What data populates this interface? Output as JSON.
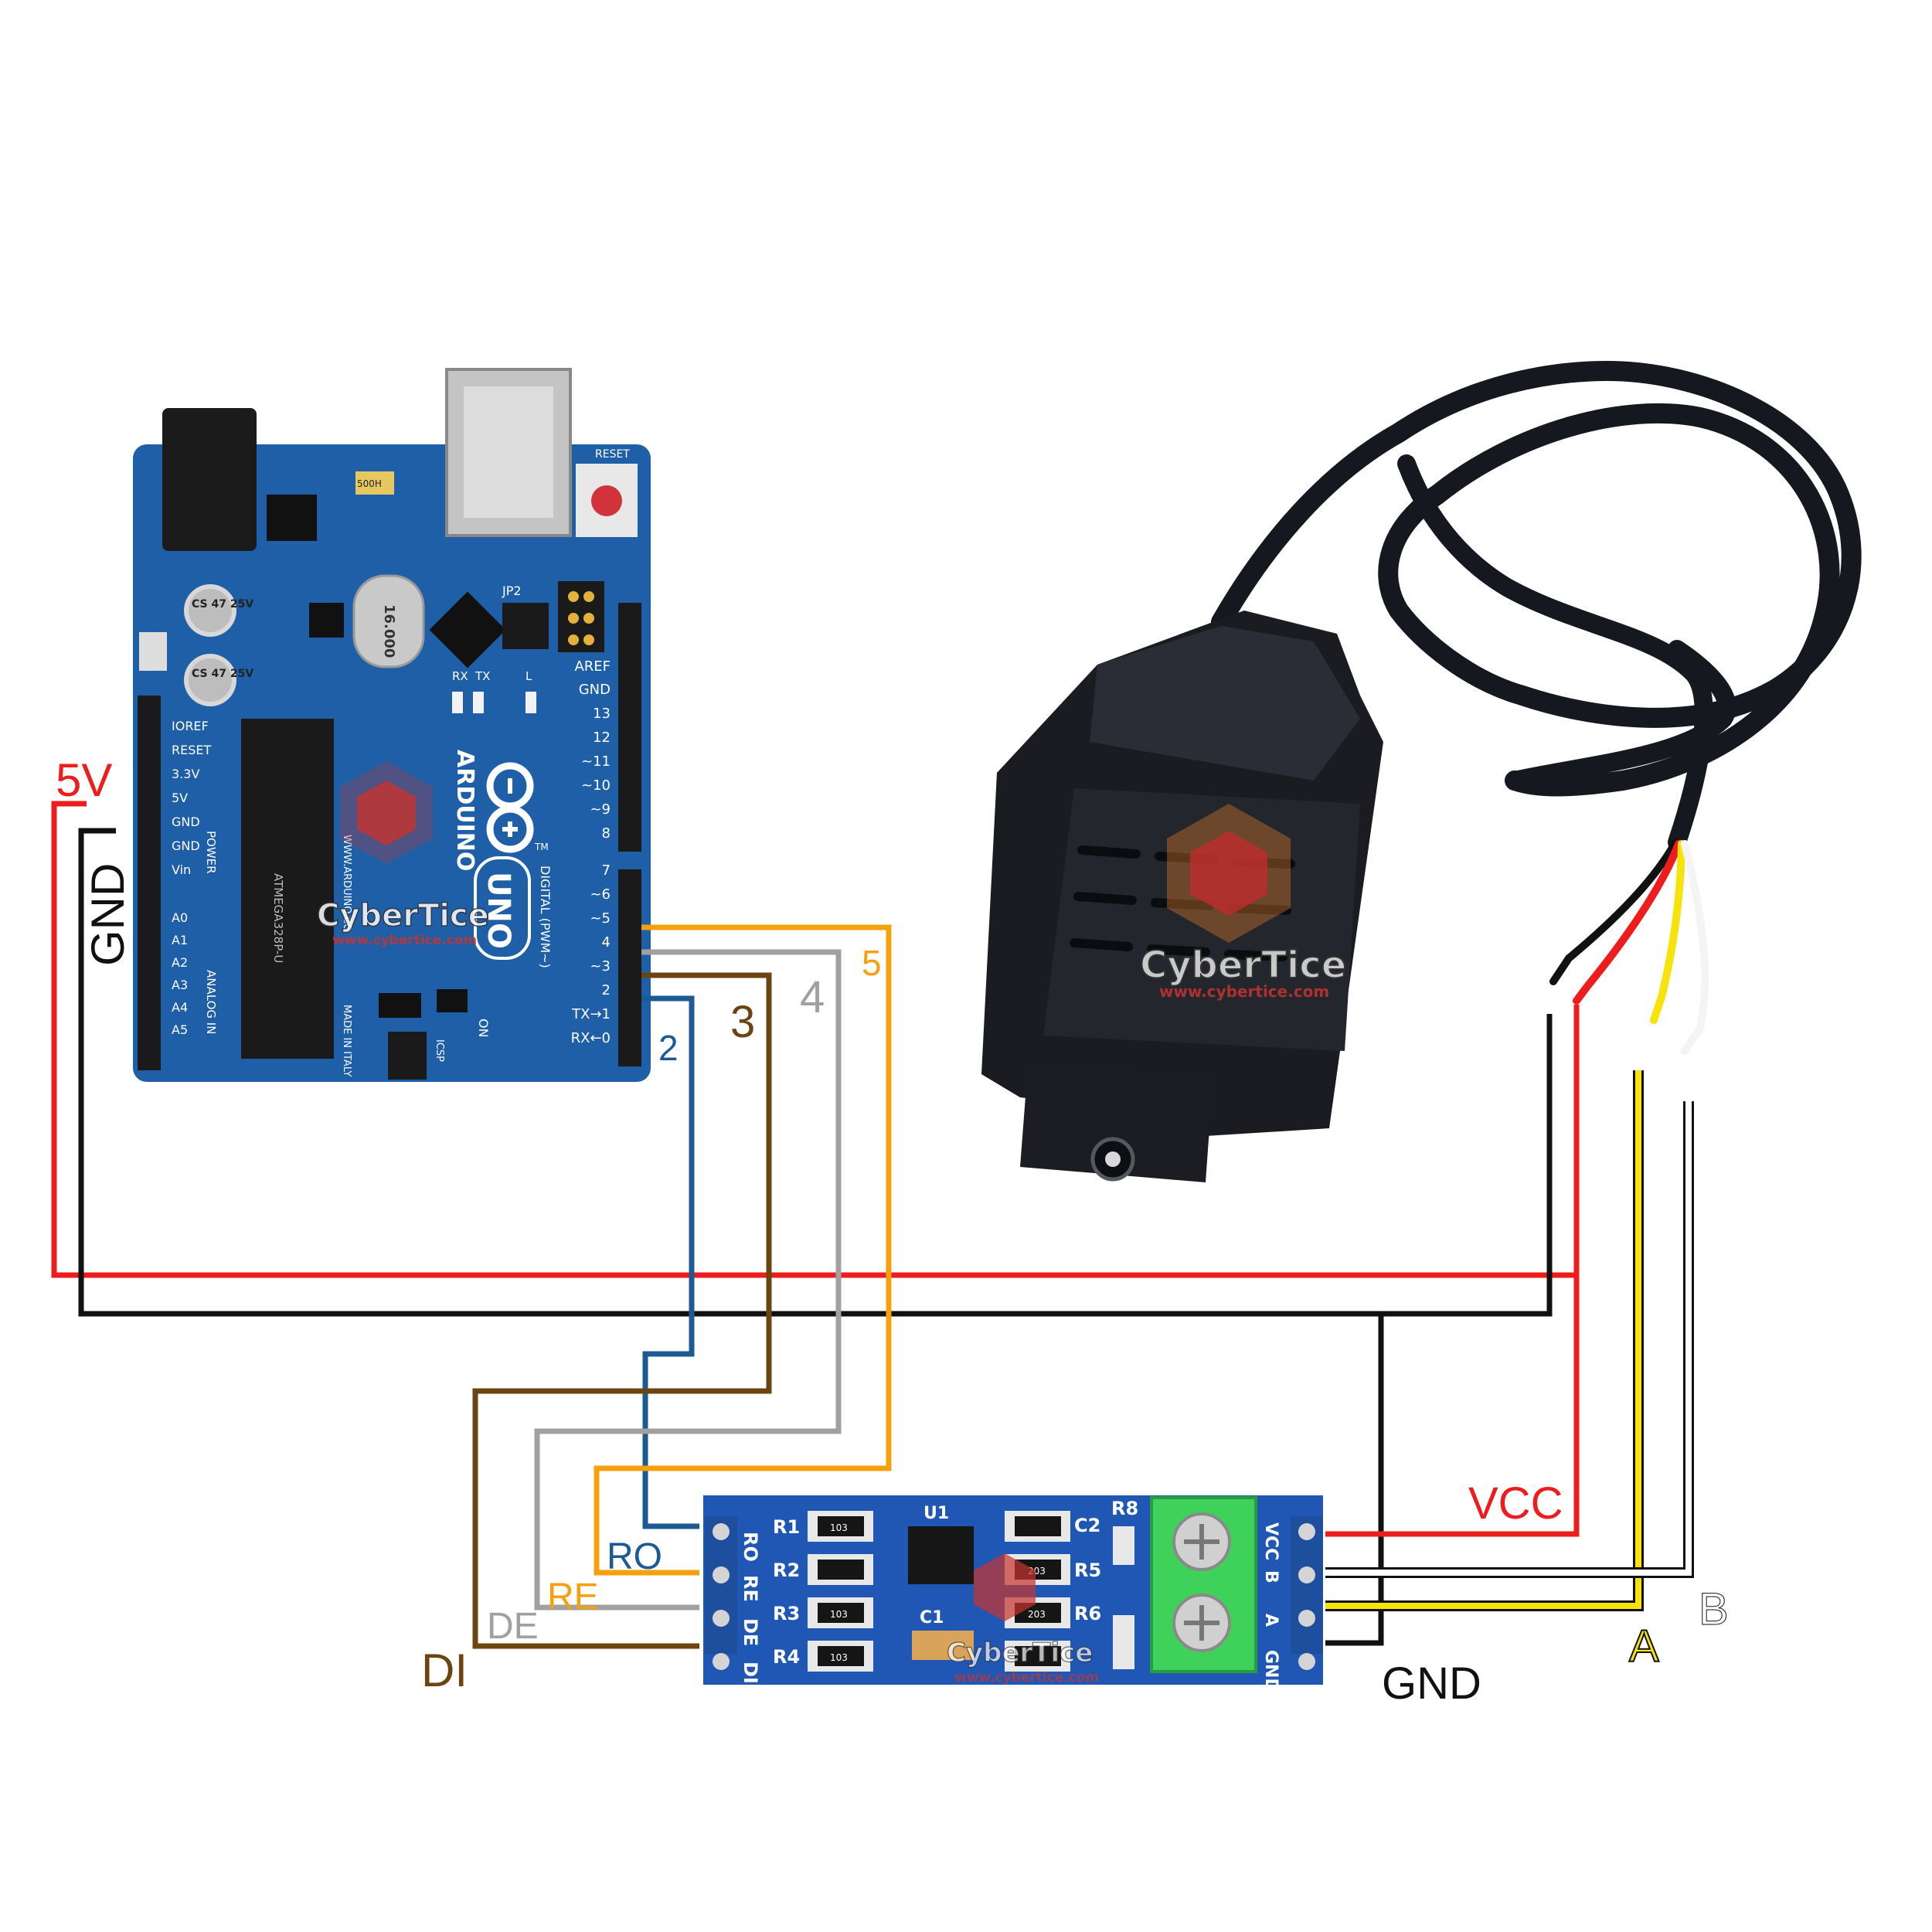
{
  "colors": {
    "red": "#ee1c1c",
    "black": "#111111",
    "blue": "#1c5a94",
    "brown": "#6b4410",
    "gray": "#a0a0a0",
    "orange": "#f5a00e",
    "yellow": "#f7e20a",
    "white_wire": "#ffffff",
    "board": "#1f5fa8",
    "terminal": "#3fd25a"
  },
  "labels": {
    "v5": "5V",
    "gnd_left": "GND",
    "pin2": "2",
    "pin3": "3",
    "pin4": "4",
    "pin5": "5",
    "ro": "RO",
    "re": "RE",
    "de": "DE",
    "di": "DI",
    "vcc": "VCC",
    "b": "B",
    "a": "A",
    "gnd_right": "GND"
  },
  "arduino": {
    "ioref": "IOREF",
    "reset": "RESET",
    "v33": "3.3V",
    "v5": "5V",
    "gnd1": "GND",
    "gnd2": "GND",
    "vin": "Vin",
    "power": "POWER",
    "analog": "ANALOG IN",
    "a0": "A0",
    "a1": "A1",
    "a2": "A2",
    "a3": "A3",
    "a4": "A4",
    "a5": "A5",
    "aref": "AREF",
    "gnd_top": "GND",
    "d13": "13",
    "d12": "12",
    "d11": "~11",
    "d10": "~10",
    "d9": "~9",
    "d8": "8",
    "d7": "7",
    "d6": "~6",
    "d5": "~5",
    "d4": "4",
    "d3": "~3",
    "d2": "2",
    "d1": "TX→1",
    "d0": "RX←0",
    "digital": "DIGITAL (PWM~)",
    "brand": "ARDUINO",
    "model": "UNO",
    "tm": "TM",
    "on": "ON",
    "icsp": "ICSP",
    "rx": "RX",
    "tx": "TX",
    "l": "L",
    "jp2": "JP2",
    "reset_btn": "RESET",
    "cap1": "CS 47 25V",
    "cap2": "CS 47 25V",
    "crystal": "16.000",
    "fuse": "500H",
    "made": "MADE IN ITALY",
    "chip": "ATMEGA328P-U",
    "url": "WWW.ARDUINO.CC"
  },
  "rs485": {
    "ro": "RO",
    "re": "RE",
    "de": "DE",
    "di": "DI",
    "r1": "R1",
    "r2": "R2",
    "r3": "R3",
    "r4": "R4",
    "r5": "R5",
    "r6": "R6",
    "r8": "R8",
    "u1": "U1",
    "c1": "C1",
    "c2": "C2",
    "vcc": "VCC",
    "b": "B",
    "a": "A",
    "gnd": "GND",
    "res_code": "103",
    "res_code2": "203"
  },
  "watermark": {
    "name": "CyberTice",
    "url": "www.cybertice.com"
  }
}
